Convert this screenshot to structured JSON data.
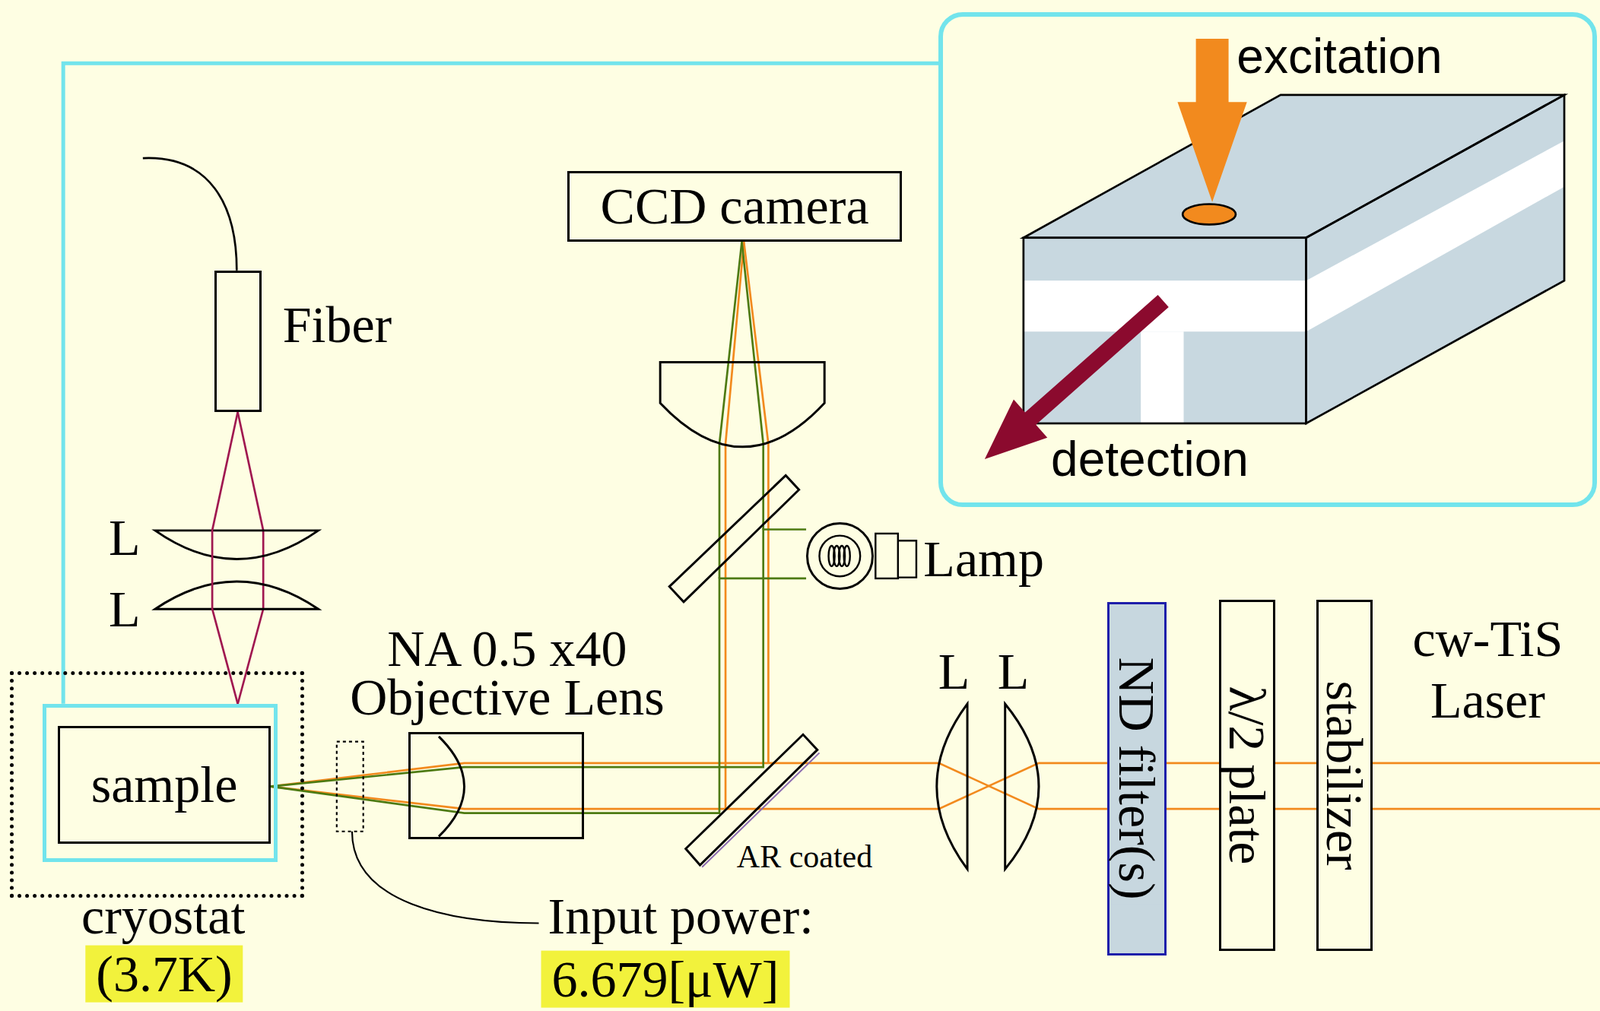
{
  "diagram": {
    "nodes": [
      {
        "text": [
          "excitation",
          "detection"
        ]
      },
      {
        "text": [
          "CCD camera"
        ]
      },
      {
        "text": [
          "Fiber"
        ]
      },
      {
        "text": [
          "Lamp"
        ]
      },
      {
        "text": [
          "NA 0.5 x40 Objective Lens"
        ]
      },
      {
        "text": [
          "cryostat",
          "(3.7K)"
        ]
      },
      {
        "text": [
          "sample"
        ],
        "in": 5
      },
      {
        "text": [
          "ND filter(s)"
        ]
      },
      {
        "text": [
          "λ/2 plate"
        ]
      },
      {
        "text": [
          "stabilizer"
        ]
      }
    ],
    "edges": [
      {
        "from": 6,
        "to": 0,
        "arrow": "none"
      },
      {
        "from": 2,
        "to": 6,
        "arrow": "none"
      }
    ],
    "labels": [
      "L",
      "L",
      "L",
      "L",
      "AR coated",
      "Input power:",
      "6.679[μW]",
      "cw-TiS Laser"
    ]
  }
}
